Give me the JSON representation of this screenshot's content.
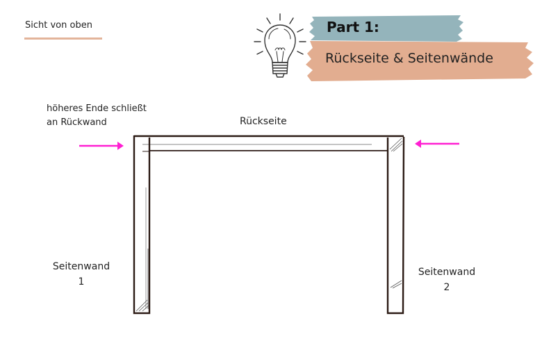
{
  "header": {
    "view_label": "Sicht von oben",
    "part_title": "Part 1:",
    "part_subtitle": "Rückseite & Seitenwände",
    "icon": "lightbulb-icon"
  },
  "diagram": {
    "note": [
      "höheres Ende schließt",
      "an Rückwand"
    ],
    "back_label": "Rückseite",
    "side_wall_1": [
      "Seitenwand",
      "1"
    ],
    "side_wall_2": [
      "Seitenwand",
      "2"
    ],
    "arrows": [
      {
        "name": "arrow-right-icon",
        "direction": "right"
      },
      {
        "name": "arrow-left-icon",
        "direction": "left"
      }
    ]
  },
  "colors": {
    "accent_underline": "#e3b49a",
    "band_blue": "#94b4bb",
    "band_orange": "#e2ad90",
    "arrow": "#ff1fd2",
    "wood_line": "#2b1a14"
  }
}
